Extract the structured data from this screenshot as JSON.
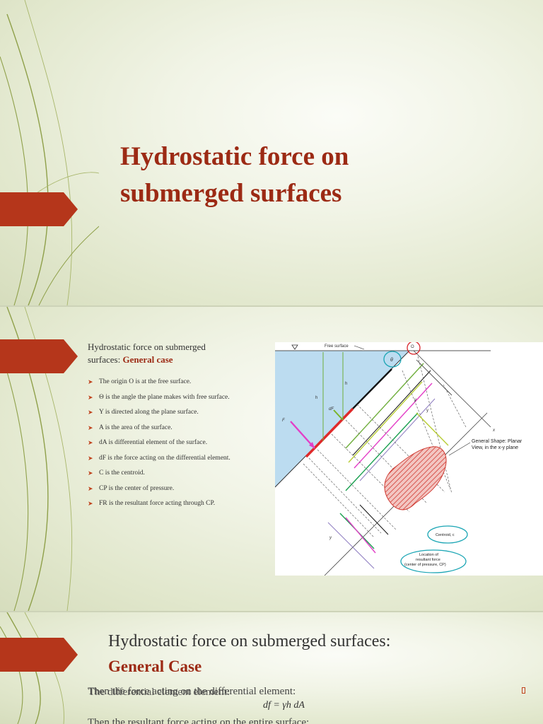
{
  "slide1": {
    "title_line1": "Hydrostatic force on",
    "title_line2": "submerged surfaces"
  },
  "slide2": {
    "heading_line1": "Hydrostatic force on submerged",
    "heading_line2_plain": "surfaces: ",
    "heading_line2_accent": "General case",
    "bullets": [
      "The origin O is at the free surface.",
      "Θ is the angle the plane makes with free surface.",
      "Y is directed along the plane surface.",
      "A is the area of the surface.",
      "dA is differential element of the surface.",
      "dF is rhe force acting on the differential element.",
      "C is the centroid.",
      "CP is the center of pressure.",
      "FR is the resultant force acting through CP."
    ],
    "figure": {
      "free_surface": "Free surface",
      "origin": "O",
      "theta": "θ",
      "h": "h",
      "hc": "h",
      "dF": "dF",
      "FR": "F",
      "y_label": "y",
      "x_label": "x",
      "yc": "y",
      "yR": "y",
      "general_shape_1": "General Shape: Planar",
      "general_shape_2": "View, in the x-y plane",
      "centroid": "Centroid, c",
      "location_1": "Location of",
      "location_2": "resultant force",
      "location_3": "(center of pressure, CP)"
    }
  },
  "slide3": {
    "title_line1": "Hydrostatic force on submerged surfaces:",
    "title_line2": "General Case",
    "overlap_a": "Then the force acting on the differential element:",
    "overlap_b": "The differential element element:",
    "equation": "df = γh dA",
    "line3": "Then the resultant force acting on the entire surface:"
  },
  "colors": {
    "accent": "#9c2a14",
    "tab": "#b5361b",
    "bullet_arrow": "#c0421c"
  }
}
